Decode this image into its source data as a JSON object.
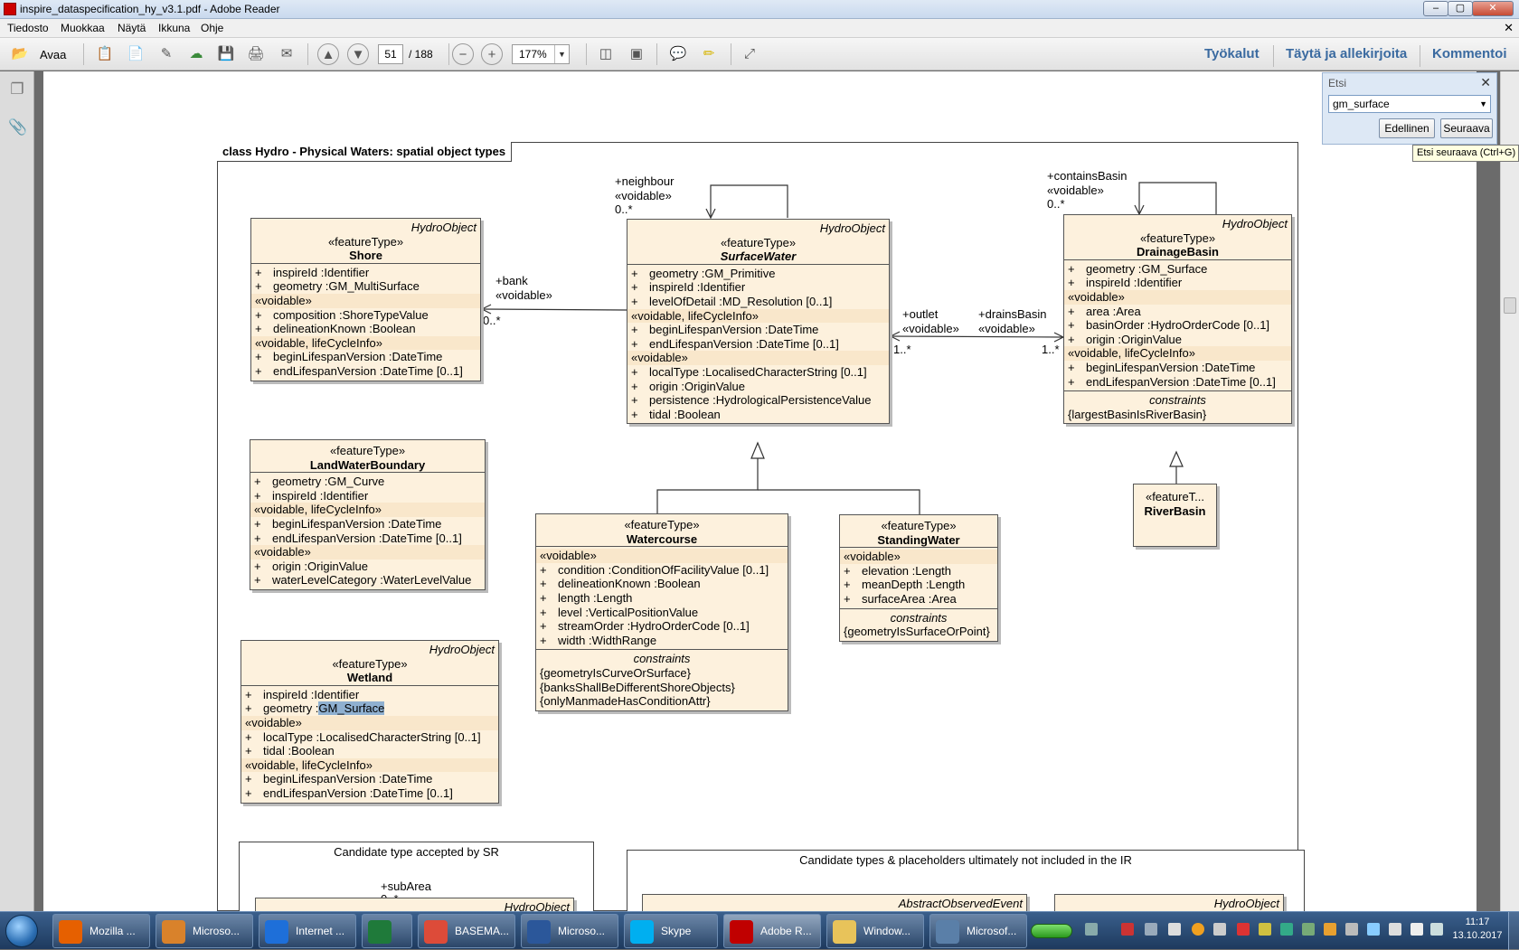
{
  "window": {
    "title": "inspire_dataspecification_hy_v3.1.pdf - Adobe Reader",
    "min": "–",
    "max": "▢",
    "close": "✕"
  },
  "menu": {
    "items": [
      "Tiedosto",
      "Muokkaa",
      "Näytä",
      "Ikkuna",
      "Ohje"
    ],
    "close": "✕"
  },
  "toolbar": {
    "open_label": "Avaa",
    "page_current": "51",
    "page_total": "/ 188",
    "zoom": "177%",
    "zoom_dropdown": "▼",
    "right_links": [
      "Työkalut",
      "Täytä ja allekirjoita",
      "Kommentoi"
    ]
  },
  "find": {
    "title": "Etsi",
    "close": "✕",
    "query": "gm_surface",
    "dropdown": "▼",
    "prev_label": "Edellinen",
    "next_label": "Seuraava",
    "tooltip": "Etsi seuraava (Ctrl+G)"
  },
  "diagram": {
    "frame_title": "class Hydro - Physical Waters: spatial object types",
    "shore": {
      "parent": "HydroObject",
      "stereo": "«featureType»",
      "name": "Shore",
      "attrs1": [
        [
          "+",
          "inspireId  :Identifier"
        ],
        [
          "+",
          "geometry  :GM_MultiSurface"
        ]
      ],
      "band2": "«voidable»",
      "attrs2": [
        [
          "+",
          "composition  :ShoreTypeValue"
        ],
        [
          "+",
          "delineationKnown  :Boolean"
        ]
      ],
      "band3": "«voidable, lifeCycleInfo»",
      "attrs3": [
        [
          "+",
          "beginLifespanVersion  :DateTime"
        ],
        [
          "+",
          "endLifespanVersion  :DateTime [0..1]"
        ]
      ]
    },
    "surfacewater": {
      "parent": "HydroObject",
      "stereo": "«featureType»",
      "name": "SurfaceWater",
      "attrs1": [
        [
          "+",
          "geometry  :GM_Primitive"
        ],
        [
          "+",
          "inspireId  :Identifier"
        ],
        [
          "+",
          "levelOfDetail  :MD_Resolution [0..1]"
        ]
      ],
      "band2": "«voidable, lifeCycleInfo»",
      "attrs2": [
        [
          "+",
          "beginLifespanVersion  :DateTime"
        ],
        [
          "+",
          "endLifespanVersion  :DateTime [0..1]"
        ]
      ],
      "band3": "«voidable»",
      "attrs3": [
        [
          "+",
          "localType  :LocalisedCharacterString [0..1]"
        ],
        [
          "+",
          "origin  :OriginValue"
        ],
        [
          "+",
          "persistence  :HydrologicalPersistenceValue"
        ],
        [
          "+",
          "tidal  :Boolean"
        ]
      ]
    },
    "drainagebasin": {
      "parent": "HydroObject",
      "stereo": "«featureType»",
      "name": "DrainageBasin",
      "attrs1": [
        [
          "+",
          "geometry  :GM_Surface"
        ],
        [
          "+",
          "inspireId  :Identifier"
        ]
      ],
      "band2": "«voidable»",
      "attrs2": [
        [
          "+",
          "area  :Area"
        ],
        [
          "+",
          "basinOrder  :HydroOrderCode [0..1]"
        ],
        [
          "+",
          "origin  :OriginValue"
        ]
      ],
      "band3": "«voidable, lifeCycleInfo»",
      "attrs3": [
        [
          "+",
          "beginLifespanVersion  :DateTime"
        ],
        [
          "+",
          "endLifespanVersion  :DateTime [0..1]"
        ]
      ],
      "constraints_title": "constraints",
      "constraints": [
        "{largestBasinIsRiverBasin}"
      ]
    },
    "landwater": {
      "stereo": "«featureType»",
      "name": "LandWaterBoundary",
      "attrs1": [
        [
          "+",
          "geometry  :GM_Curve"
        ],
        [
          "+",
          "inspireId  :Identifier"
        ]
      ],
      "band2": "«voidable, lifeCycleInfo»",
      "attrs2": [
        [
          "+",
          "beginLifespanVersion  :DateTime"
        ],
        [
          "+",
          "endLifespanVersion  :DateTime [0..1]"
        ]
      ],
      "band3": "«voidable»",
      "attrs3": [
        [
          "+",
          "origin  :OriginValue"
        ],
        [
          "+",
          "waterLevelCategory  :WaterLevelValue"
        ]
      ]
    },
    "watercourse": {
      "stereo": "«featureType»",
      "name": "Watercourse",
      "band1": "«voidable»",
      "attrs1": [
        [
          "+",
          "condition  :ConditionOfFacilityValue [0..1]"
        ],
        [
          "+",
          "delineationKnown  :Boolean"
        ],
        [
          "+",
          "length  :Length"
        ],
        [
          "+",
          "level  :VerticalPositionValue"
        ],
        [
          "+",
          "streamOrder  :HydroOrderCode [0..1]"
        ],
        [
          "+",
          "width  :WidthRange"
        ]
      ],
      "constraints_title": "constraints",
      "constraints": [
        "{geometryIsCurveOrSurface}",
        "{banksShallBeDifferentShoreObjects}",
        "{onlyManmadeHasConditionAttr}"
      ]
    },
    "standingwater": {
      "stereo": "«featureType»",
      "name": "StandingWater",
      "band1": "«voidable»",
      "attrs1": [
        [
          "+",
          "elevation  :Length"
        ],
        [
          "+",
          "meanDepth  :Length"
        ],
        [
          "+",
          "surfaceArea  :Area"
        ]
      ],
      "constraints_title": "constraints",
      "constraints": [
        "{geometryIsSurfaceOrPoint}"
      ]
    },
    "riverbasin": {
      "stereo": "«featureT...",
      "name": "RiverBasin"
    },
    "wetland": {
      "parent": "HydroObject",
      "stereo": "«featureType»",
      "name": "Wetland",
      "attr1": [
        "+",
        "inspireId  :Identifier"
      ],
      "attr2_prefix": "+",
      "attr2_name": "geometry  :",
      "attr2_type": "GM_Surface",
      "band2": "«voidable»",
      "attrs2": [
        [
          "+",
          "localType  :LocalisedCharacterString [0..1]"
        ],
        [
          "+",
          "tidal  :Boolean"
        ]
      ],
      "band3": "«voidable, lifeCycleInfo»",
      "attrs3": [
        [
          "+",
          "beginLifespanVersion  :DateTime"
        ],
        [
          "+",
          "endLifespanVersion  :DateTime [0..1]"
        ]
      ]
    },
    "labels": {
      "neighbour": [
        "+neighbour",
        "«voidable»",
        "0..*"
      ],
      "contains": [
        "+containsBasin",
        "«voidable»",
        "0..*"
      ],
      "bank": [
        "+bank",
        "«voidable»"
      ],
      "bank_mult": "0..*",
      "outlet": [
        "+outlet",
        "«voidable»"
      ],
      "outlet_mult": "1..*",
      "drains": [
        "+drainsBasin",
        "«voidable»"
      ],
      "drains_mult": "1..*",
      "subarea": "+subArea",
      "subarea_mult": "0..*"
    },
    "candidate1": {
      "title": "Candidate type accepted by SR",
      "inner_parent": "HydroObject"
    },
    "candidate2": {
      "title": "Candidate types & placeholders ultimately not included in the IR",
      "inner_parent1": "AbstractObservedEvent",
      "inner_parent2": "HydroObject"
    }
  },
  "taskbar": {
    "items": [
      {
        "label": "Mozilla ...",
        "color": "#e66000"
      },
      {
        "label": "Microso...",
        "color": "#d9822b"
      },
      {
        "label": "Internet ...",
        "color": "#1e6fd9"
      },
      {
        "label": "",
        "color": "#1f7a3a"
      },
      {
        "label": "BASEMA...",
        "color": "#dd4b39"
      },
      {
        "label": "Microso...",
        "color": "#2b579a"
      },
      {
        "label": "Skype",
        "color": "#00aff0"
      },
      {
        "label": "Adobe R...",
        "color": "#c00000"
      },
      {
        "label": "Window...",
        "color": "#e8c35a"
      },
      {
        "label": "Microsof...",
        "color": "#5a7fa8"
      }
    ],
    "time": "11:17",
    "date": "13.10.2017"
  }
}
